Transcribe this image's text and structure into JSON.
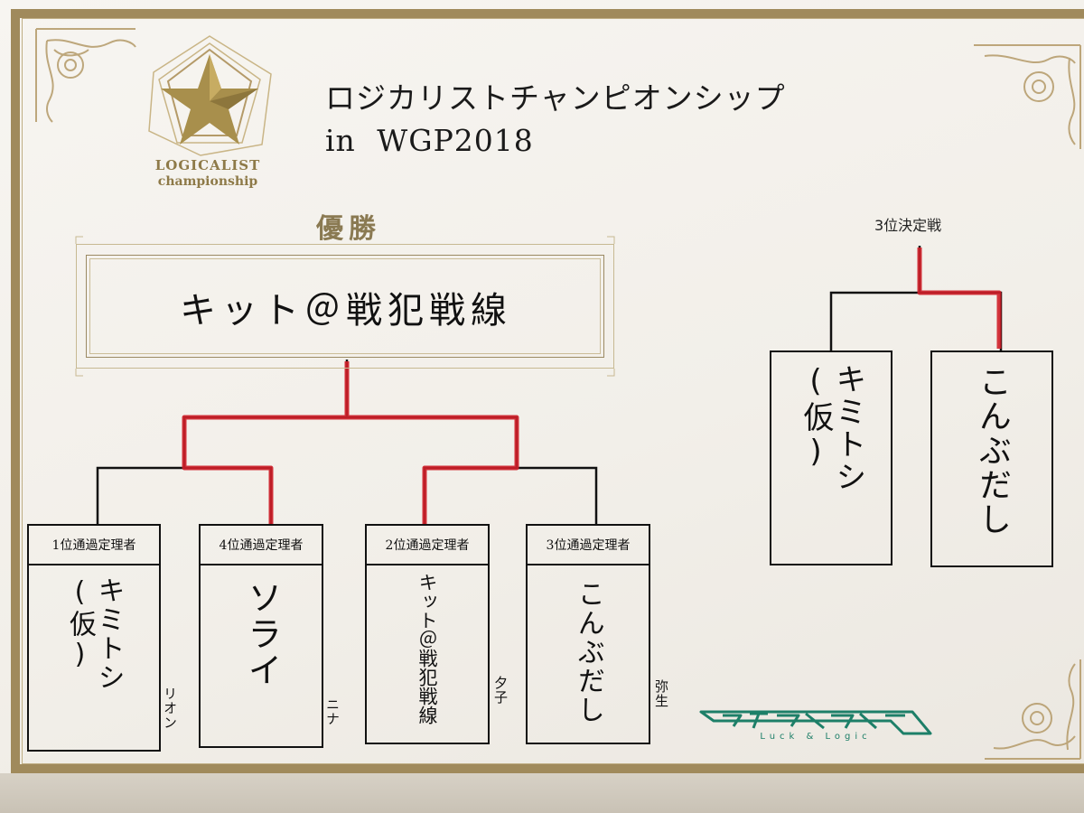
{
  "title": {
    "line1": "ロジカリストチャンピオンシップ",
    "line2": "in WGP2018"
  },
  "logo": {
    "line1": "LOGICALIST",
    "line2": "championship"
  },
  "winner": {
    "label": "優勝",
    "name": "キット＠戦犯戦線"
  },
  "bracket": {
    "entrants": [
      {
        "seed_label": "1位通過定理者",
        "name": "キミトシ(仮)",
        "note": "リオン"
      },
      {
        "seed_label": "4位通過定理者",
        "name": "ソライ",
        "note": "ニナ"
      },
      {
        "seed_label": "2位通過定理者",
        "name": "キット＠戦犯戦線",
        "note": "夕子"
      },
      {
        "seed_label": "3位通過定理者",
        "name": "こんぶだし",
        "note": "弥生"
      }
    ]
  },
  "third_place": {
    "title": "3位決定戦",
    "entrants": [
      {
        "name": "キミトシ(仮)"
      },
      {
        "name": "こんぶだし"
      }
    ]
  },
  "brand": {
    "text": "Luck & Logic"
  },
  "colors": {
    "gold": "#a08a5c",
    "winner_path": "#d0202a",
    "line": "#111111",
    "brand": "#1d7f68"
  }
}
